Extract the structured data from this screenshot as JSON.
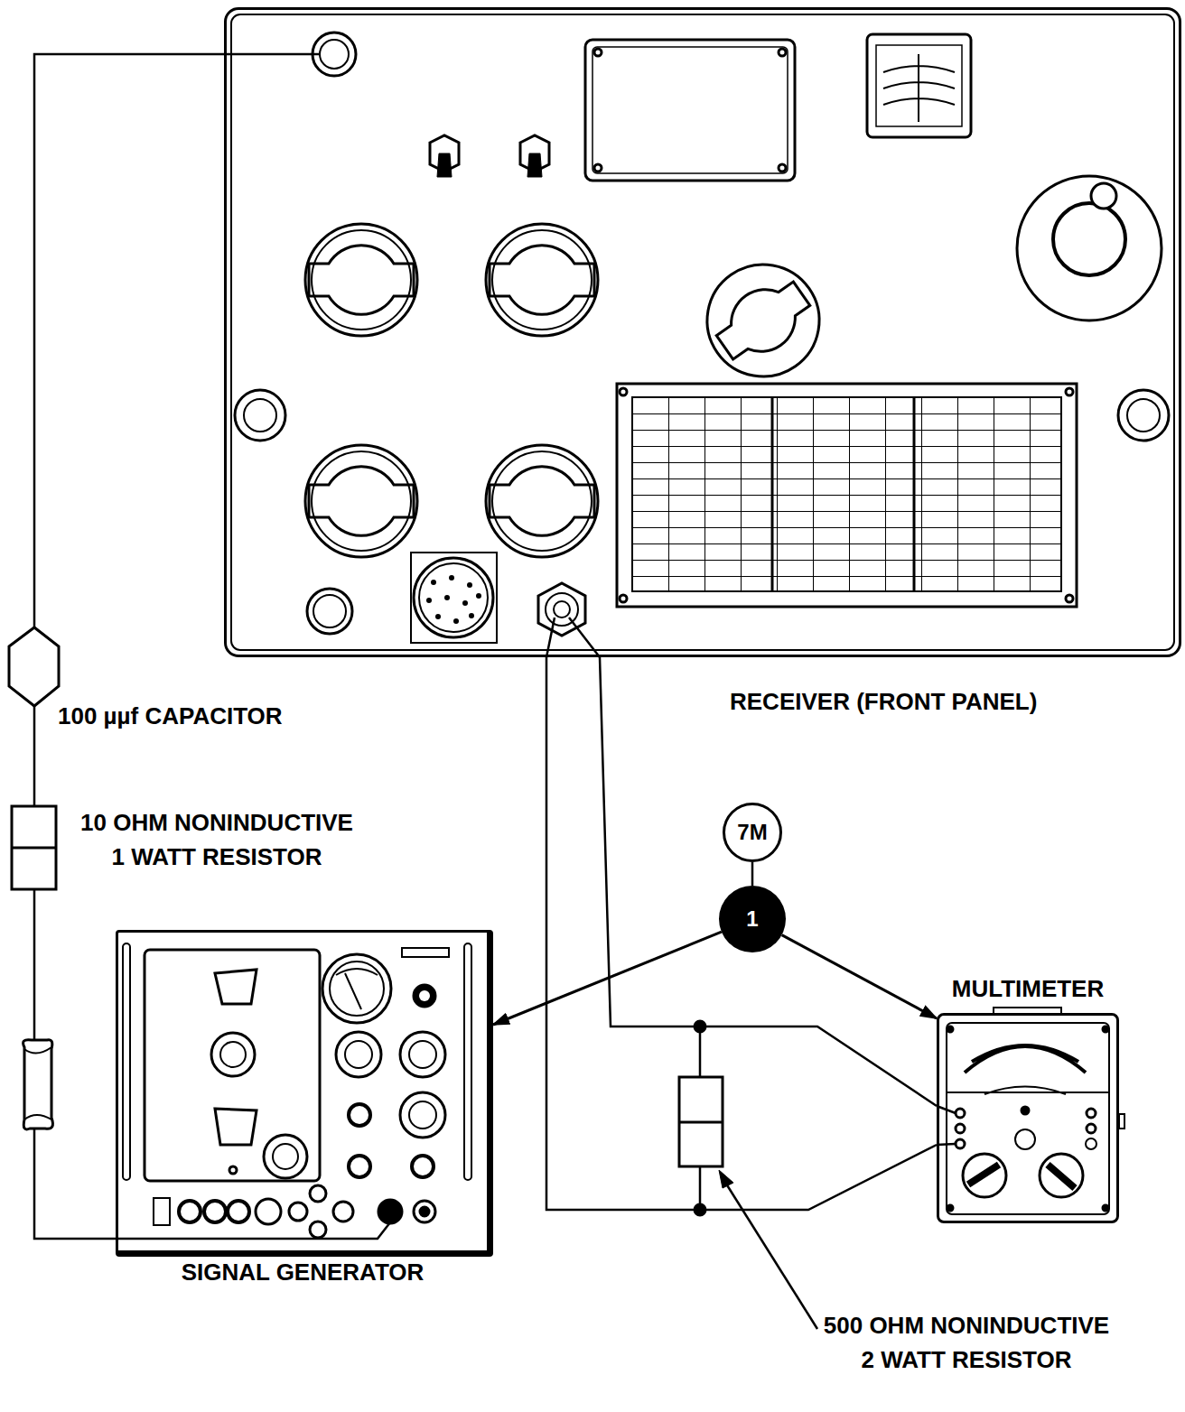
{
  "diagram": {
    "nodes": [
      {
        "text": [
          "RECEIVER (FRONT PANEL)"
        ]
      },
      {
        "text": [
          "SIGNAL GENERATOR"
        ]
      },
      {
        "text": [
          "MULTIMETER"
        ]
      },
      {
        "text": [
          "7M"
        ]
      },
      {
        "text": [
          "1"
        ]
      }
    ],
    "edges": [
      {
        "from": 0,
        "to": 1,
        "arrow": "none"
      },
      {
        "from": 0,
        "to": 2,
        "arrow": "none"
      },
      {
        "from": 0,
        "to": 2,
        "arrow": "none"
      },
      {
        "from": 3,
        "to": 4,
        "arrow": "none"
      },
      {
        "from": 4,
        "to": 1,
        "arrow": "to"
      },
      {
        "from": 4,
        "to": 2,
        "arrow": "to"
      }
    ],
    "labels": [
      "100 µµf CAPACITOR",
      "10 OHM NONINDUCTIVE 1 WATT RESISTOR",
      "500 OHM NONINDUCTIVE 2 WATT RESISTOR"
    ]
  }
}
